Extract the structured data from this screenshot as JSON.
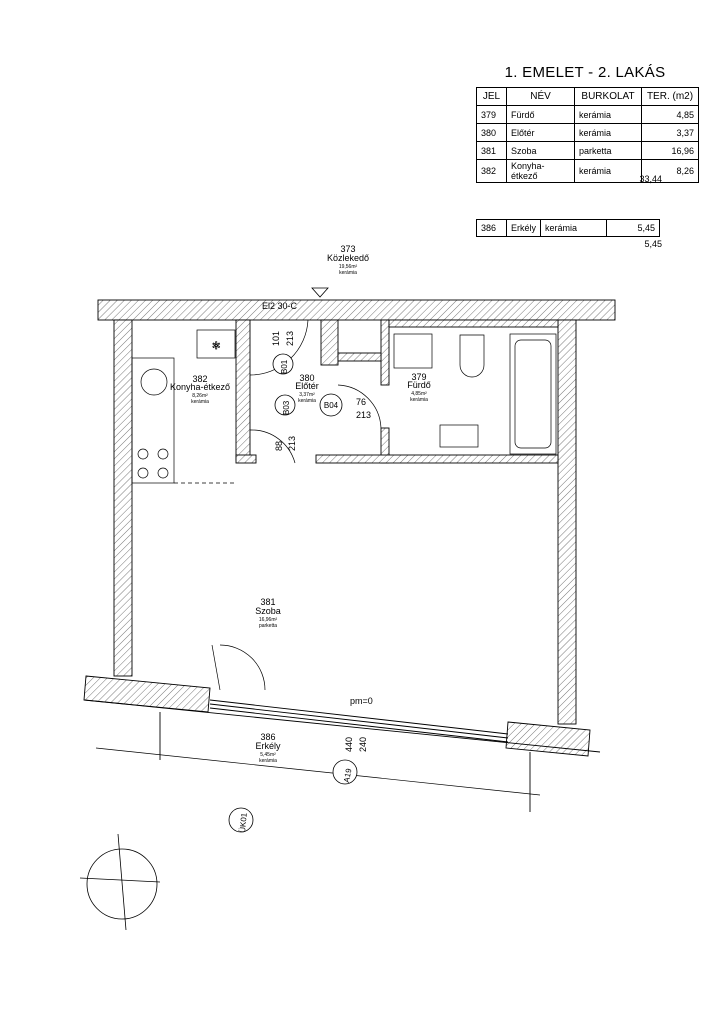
{
  "table": {
    "title": "1. EMELET - 2. LAKÁS",
    "headers": [
      "JEL",
      "NÉV",
      "BURKOLAT",
      "TER. (m2)"
    ],
    "rows": [
      {
        "jel": "379",
        "nev": "Fürdő",
        "burkolat": "kerámia",
        "ter": "4,85"
      },
      {
        "jel": "380",
        "nev": "Előtér",
        "burkolat": "kerámia",
        "ter": "3,37"
      },
      {
        "jel": "381",
        "nev": "Szoba",
        "burkolat": "parketta",
        "ter": "16,96"
      },
      {
        "jel": "382",
        "nev": "Konyha-étkező",
        "burkolat": "kerámia",
        "ter": "8,26"
      }
    ],
    "total": "33,44"
  },
  "balcony_table": {
    "jel": "386",
    "nev": "Erkély",
    "burkolat": "kerámia",
    "ter": "5,45",
    "total": "5,45"
  },
  "rooms": {
    "r373": {
      "num": "373",
      "name": "Közlekedő",
      "area": "19,56m²",
      "finish": "kerámia"
    },
    "r382": {
      "num": "382",
      "name": "Konyha-étkező",
      "area": "8,26m²",
      "finish": "kerámia"
    },
    "r380": {
      "num": "380",
      "name": "Előtér",
      "area": "3,37m²",
      "finish": "kerámia"
    },
    "r379": {
      "num": "379",
      "name": "Fürdő",
      "area": "4,85m²",
      "finish": "kerámia"
    },
    "r381": {
      "num": "381",
      "name": "Szoba",
      "area": "16,96m²",
      "finish": "parketta"
    },
    "r386": {
      "num": "386",
      "name": "Erkély",
      "area": "5,45m²",
      "finish": "kerámia"
    }
  },
  "doors": {
    "entrance_code": "El2 30-C",
    "b01": {
      "tag": "B01",
      "w": "101",
      "h": "213"
    },
    "b03": {
      "tag": "B03",
      "w": "88",
      "h": "213"
    },
    "b04": {
      "tag": "B04",
      "w": "76",
      "h": "213"
    },
    "a19": {
      "tag": "A19",
      "w": "440",
      "h": "240"
    }
  },
  "level_mark": "pm=0",
  "section_mark": "ÜK01",
  "colors": {
    "line": "#000000",
    "hatch": "#555555",
    "paper": "#ffffff"
  }
}
